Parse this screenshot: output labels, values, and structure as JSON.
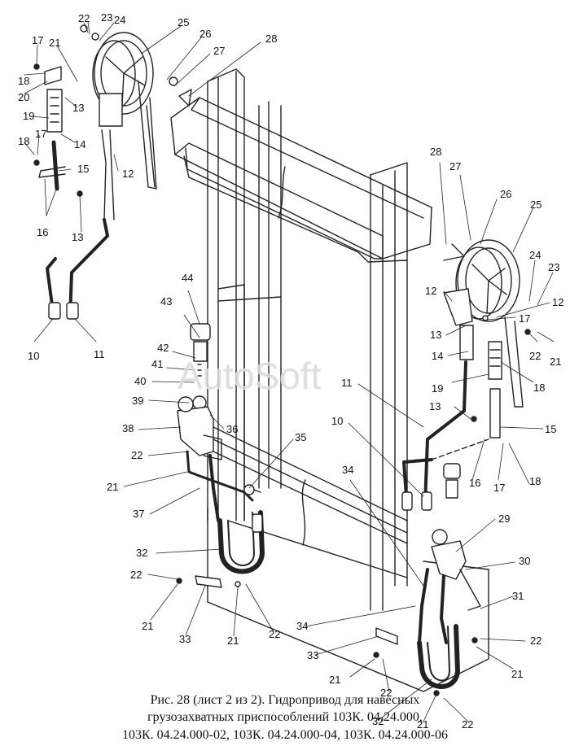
{
  "figure": {
    "caption_line1": "Рис. 28 (лист 2 из 2). Гидропривод для навесных",
    "caption_line2": "грузозахватных приспособлений 103К. 04.24.000,",
    "caption_line3": "103К. 04.24.000-02, 103К. 04.24.000-04, 103К. 04.24.000-06",
    "watermark": "AutoSoft"
  },
  "callouts": {
    "c10a": "10",
    "c11a": "11",
    "c12a": "12",
    "c13a": "13",
    "c13b": "13",
    "c14a": "14",
    "c15a": "15",
    "c16a": "16",
    "c17a": "17",
    "c17b": "17",
    "c18a": "18",
    "c18b": "18",
    "c19a": "19",
    "c20a": "20",
    "c21a": "21",
    "c22a": "22",
    "c23a": "23",
    "c24a": "24",
    "c25a": "25",
    "c26a": "26",
    "c27a": "27",
    "c28a": "28",
    "c28b": "28",
    "c27b": "27",
    "c26b": "26",
    "c25b": "25",
    "c24b": "24",
    "c23b": "23",
    "c12b": "12",
    "c12c": "12",
    "c13c": "13",
    "c17c": "17",
    "c22b": "22",
    "c21b": "21",
    "c14b": "14",
    "c18c": "18",
    "c19b": "19",
    "c11b": "11",
    "c13d": "13",
    "c15b": "15",
    "c10b": "10",
    "c16b": "16",
    "c17d": "17",
    "c18d": "18",
    "c44": "44",
    "c43": "43",
    "c42": "42",
    "c41": "41",
    "c40": "40",
    "c39": "39",
    "c38": "38",
    "c36": "36",
    "c35": "35",
    "c22c": "22",
    "c21c": "21",
    "c37": "37",
    "c32a": "32",
    "c22d": "22",
    "c21d": "21",
    "c33a": "33",
    "c21e": "21",
    "c22e": "22",
    "c34a": "34",
    "c29": "29",
    "c30": "30",
    "c31": "31",
    "c22f": "22",
    "c21f": "21",
    "c34b": "34",
    "c33b": "33",
    "c21g": "21",
    "c22g": "22",
    "c32b": "32",
    "c21h": "21",
    "c22h": "22"
  }
}
